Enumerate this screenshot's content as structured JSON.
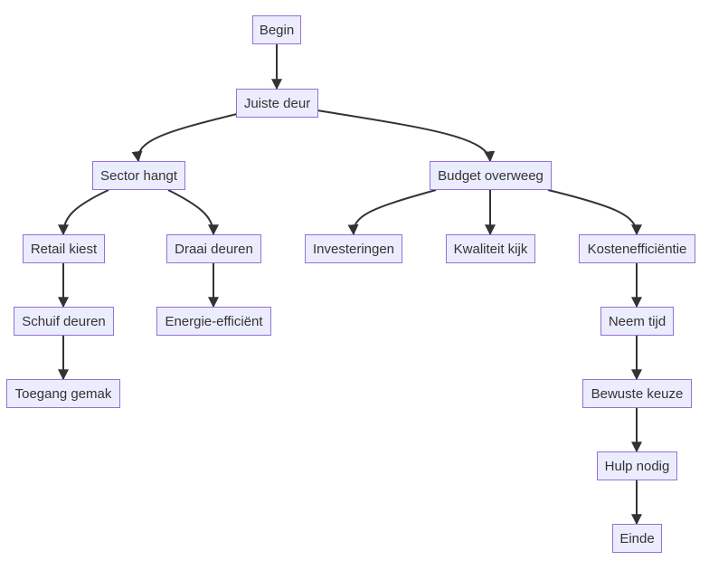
{
  "diagram": {
    "nodes": {
      "begin": "Begin",
      "juiste_deur": "Juiste deur",
      "sector_hangt": "Sector hangt",
      "budget_overweeg": "Budget overweeg",
      "retail_kiest": "Retail kiest",
      "draai_deuren": "Draai deuren",
      "investeringen": "Investeringen",
      "kwaliteit_kijk": "Kwaliteit kijk",
      "kostenefficientie": "Kostenefficiëntie",
      "schuif_deuren": "Schuif deuren",
      "energie_efficient": "Energie-efficiënt",
      "neem_tijd": "Neem tijd",
      "toegang_gemak": "Toegang gemak",
      "bewuste_keuze": "Bewuste keuze",
      "hulp_nodig": "Hulp nodig",
      "einde": "Einde"
    },
    "edges": [
      [
        "begin",
        "juiste_deur"
      ],
      [
        "juiste_deur",
        "sector_hangt"
      ],
      [
        "juiste_deur",
        "budget_overweeg"
      ],
      [
        "sector_hangt",
        "retail_kiest"
      ],
      [
        "sector_hangt",
        "draai_deuren"
      ],
      [
        "budget_overweeg",
        "investeringen"
      ],
      [
        "budget_overweeg",
        "kwaliteit_kijk"
      ],
      [
        "budget_overweeg",
        "kostenefficientie"
      ],
      [
        "retail_kiest",
        "schuif_deuren"
      ],
      [
        "schuif_deuren",
        "toegang_gemak"
      ],
      [
        "draai_deuren",
        "energie_efficient"
      ],
      [
        "kostenefficientie",
        "neem_tijd"
      ],
      [
        "neem_tijd",
        "bewuste_keuze"
      ],
      [
        "bewuste_keuze",
        "hulp_nodig"
      ],
      [
        "hulp_nodig",
        "einde"
      ]
    ],
    "colors": {
      "node_fill": "#ECECFF",
      "node_border": "#9370DB",
      "edge": "#333333",
      "text": "#333333"
    }
  }
}
